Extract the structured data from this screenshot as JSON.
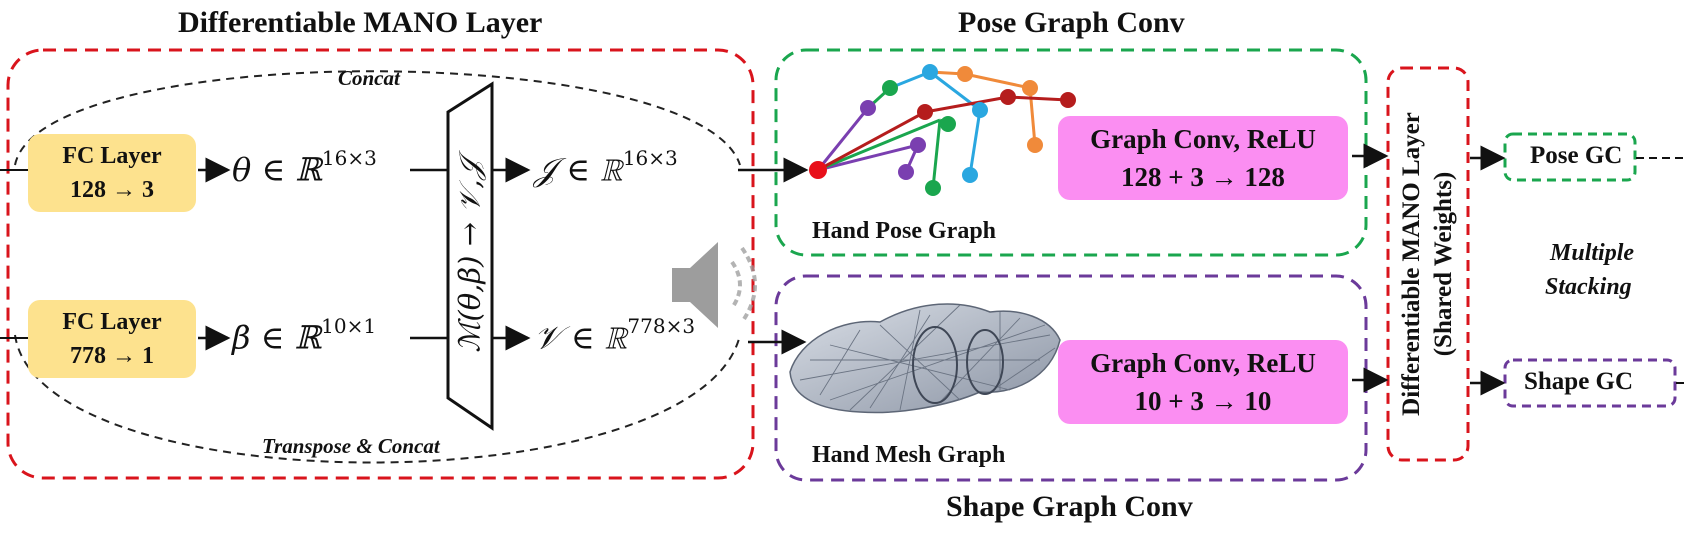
{
  "titles": {
    "mano_layer": "Differentiable MANO Layer",
    "pose_gc": "Pose Graph Conv",
    "shape_gc": "Shape Graph Conv"
  },
  "annotations": {
    "concat": "Concat",
    "transpose_concat": "Transpose & Concat",
    "multiple_stacking_1": "Multiple",
    "multiple_stacking_2": "Stacking"
  },
  "fc_pose": {
    "line1": "FC Layer",
    "line2": "128 → 3"
  },
  "fc_shape": {
    "line1": "FC Layer",
    "line2": "778 → 1"
  },
  "math": {
    "theta_base": "θ ∈ ℝ",
    "theta_exp": "16×3",
    "beta_base": "β ∈ ℝ",
    "beta_exp": "10×1",
    "J_base": "𝒥 ∈ ℝ",
    "J_exp": "16×3",
    "V_base": "𝒱 ∈ ℝ",
    "V_exp": "778×3",
    "mano_fn": "ℳ(θ,β) → 𝒱,𝒥"
  },
  "graph_conv_pose": {
    "line1": "Graph Conv, ReLU",
    "line2": "128 + 3 → 128"
  },
  "graph_conv_shape": {
    "line1": "Graph Conv, ReLU",
    "line2": "10 + 3 → 10"
  },
  "labels": {
    "hand_pose_graph": "Hand Pose Graph",
    "hand_mesh_graph": "Hand Mesh Graph"
  },
  "right_layer": {
    "line1": "Differentiable MANO Layer",
    "line2": "(Shared Weights)"
  },
  "outputs": {
    "pose": "Pose GC",
    "shape": "Shape GC"
  },
  "colors": {
    "red_dash": "#d9141c",
    "green_dash": "#1aa64e",
    "purple_dash": "#6b3a9a",
    "fc_fill": "#fde28e",
    "gc_fill": "#fb8ef2"
  },
  "icons": {
    "speaker": "speaker-icon"
  }
}
